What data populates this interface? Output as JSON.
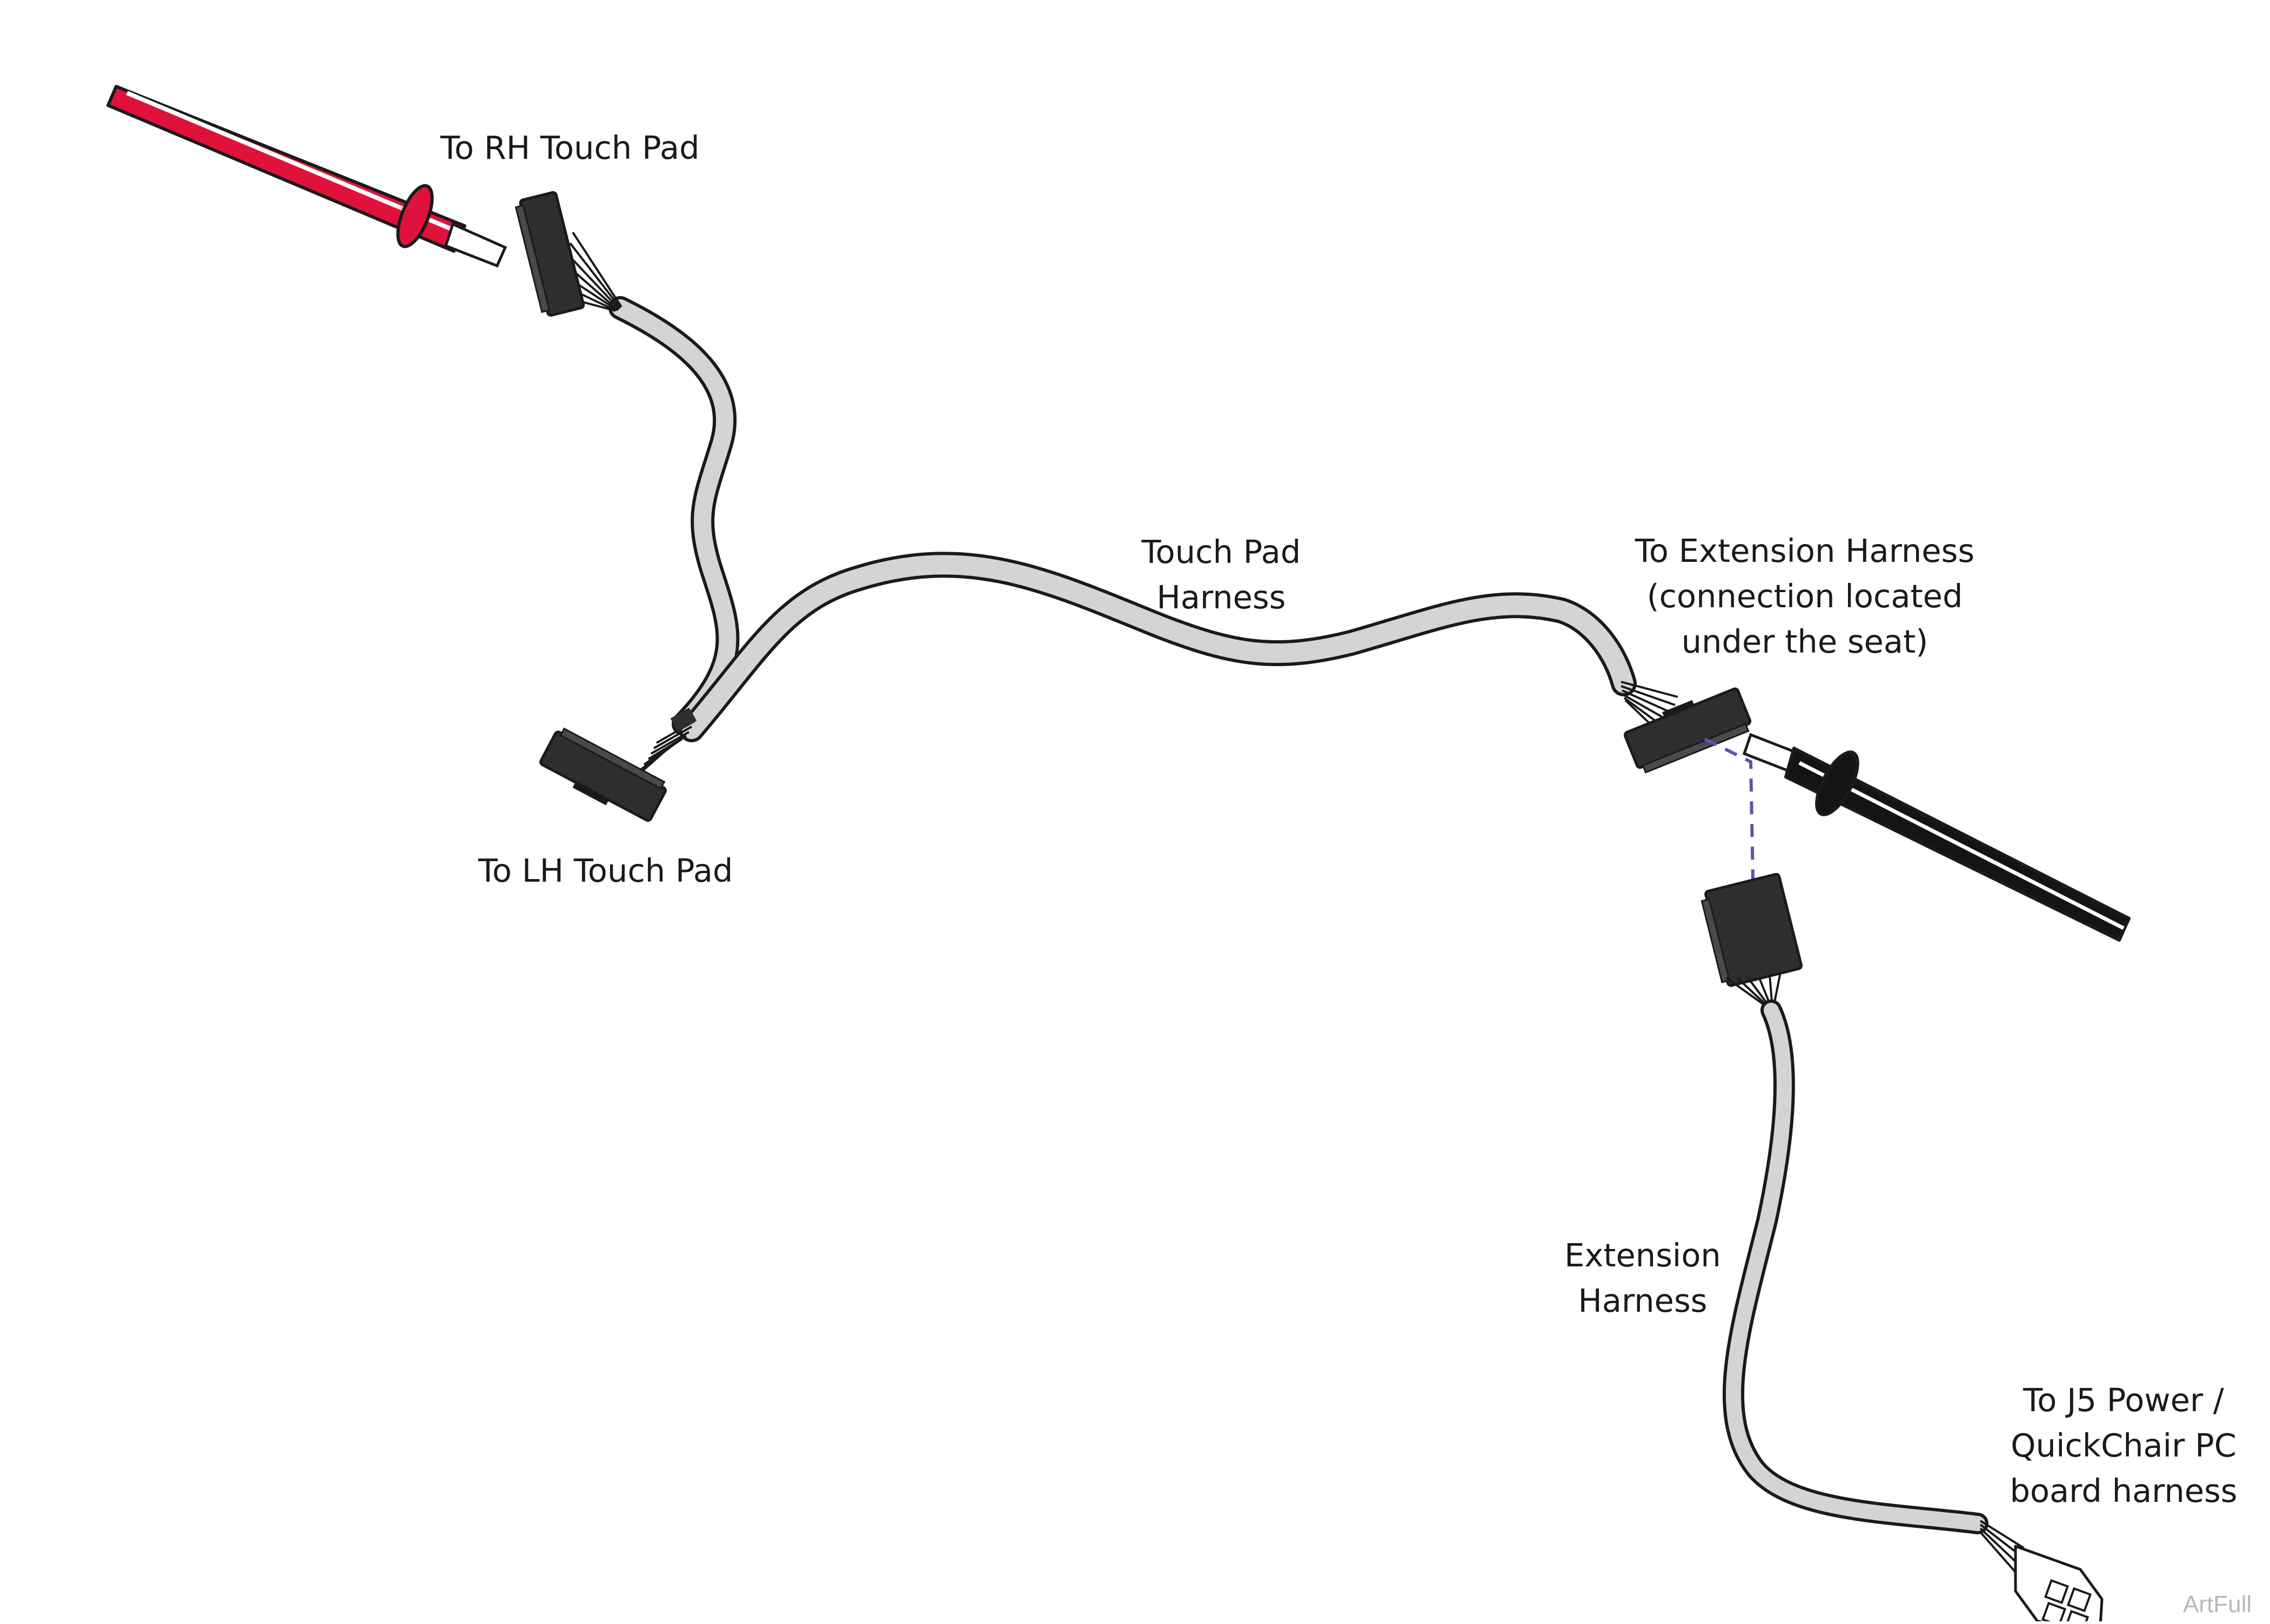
{
  "labels": {
    "rh_touch_pad": "To RH Touch Pad",
    "lh_touch_pad": "To LH Touch Pad",
    "touch_pad_harness": [
      "Touch Pad",
      "Harness"
    ],
    "to_extension_harness": [
      "To Extension Harness",
      "(connection located",
      "under the seat)"
    ],
    "extension_harness": [
      "Extension",
      "Harness"
    ],
    "to_j5_power": [
      "To J5 Power /",
      "QuickChair PC",
      "board harness"
    ]
  },
  "watermark": "ArtFull",
  "colors": {
    "cable_fill": "#d4d4d4",
    "outline": "#1a1a1a",
    "connector": "#2e2e2e",
    "red_probe": "#e0123c",
    "black_probe": "#141414",
    "dashed_link": "#5a55a8",
    "plug_white": "#ffffff"
  }
}
